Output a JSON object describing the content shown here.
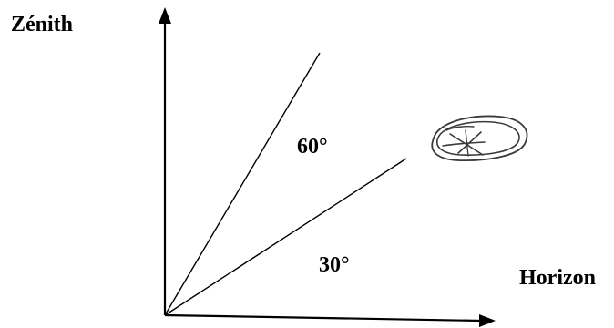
{
  "labels": {
    "zenith": "Zénith",
    "horizon": "Horizon",
    "angle_upper": "60°",
    "angle_lower": "30°"
  },
  "colors": {
    "ink": "#000000",
    "scribble": "#3a3a3a"
  }
}
